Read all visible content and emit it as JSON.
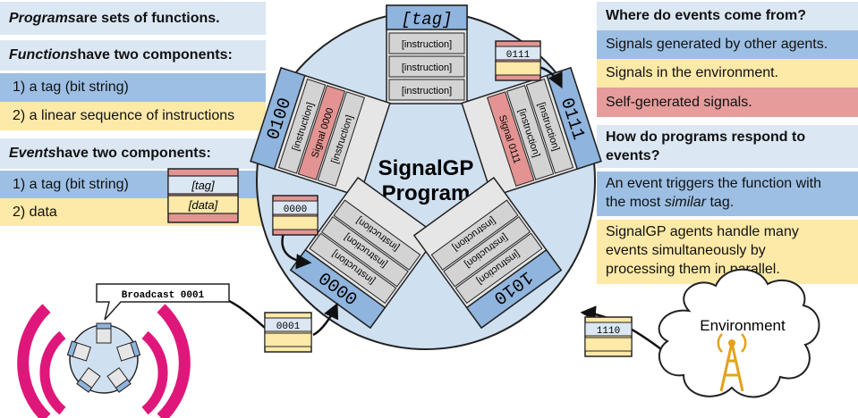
{
  "left_panel": {
    "programs_em": "Programs",
    "programs_rest": " are sets of functions.",
    "functions_em": "Functions",
    "functions_rest": " have two components:",
    "func_item1": "1) a tag (bit string)",
    "func_item2": "2) a linear sequence of instructions",
    "events_em": "Events",
    "events_rest": " have two components:",
    "event_item1": "1) a tag (bit string)",
    "event_item2": "2) data",
    "event_tag_label": "[tag]",
    "event_data_label": "[data]"
  },
  "right_panel": {
    "q1": "Where do events come from?",
    "src1": "Signals generated by other agents.",
    "src2": "Signals in the environment.",
    "src3": "Self-generated signals.",
    "q2_line1": "How do programs respond to",
    "q2_line2": "events?",
    "ans1_line1": "An event triggers the function with",
    "ans1_line2_pre": "the most ",
    "ans1_line2_em": "similar",
    "ans1_line2_post": " tag.",
    "ans2_line1": "SignalGP agents handle many",
    "ans2_line2": "events simultaneously by",
    "ans2_line3": "processing them in parallel."
  },
  "program": {
    "title_line1": "SignalGP",
    "title_line2": "Program",
    "top_tag": "[tag]",
    "instruction": "[instruction]",
    "f_left_tag": "0100",
    "f_left_signal": "Signal 0000",
    "f_right_tag": "0111",
    "f_right_signal": "Signal 0111",
    "f_bl_tag": "0000",
    "f_br_tag": "1010"
  },
  "events": {
    "e_top": "0111",
    "e_left": "0000",
    "e_agent": "0001",
    "e_env": "1110"
  },
  "broadcast_label": "Broadcast 0001",
  "environment_label": "Environment",
  "colors": {
    "accent_pink": "#e0177a",
    "circle_fill": "#cfe0f1",
    "tag_blue": "#8fb4dd",
    "signal_red": "#e39492",
    "antenna_orange": "#e3a21a"
  }
}
